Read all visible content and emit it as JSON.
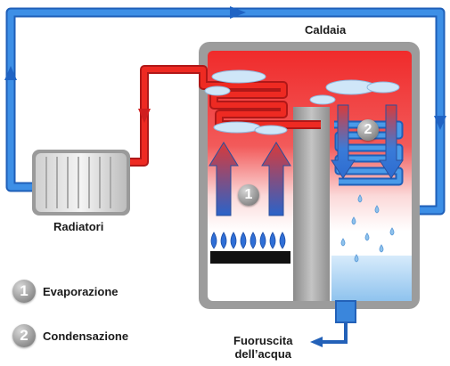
{
  "labels": {
    "boiler": "Caldaia",
    "radiators": "Radiatori",
    "water_outlet_line1": "Fuoruscita",
    "water_outlet_line2": "dell’acqua"
  },
  "steps": [
    {
      "number": "1",
      "label": "Evaporazione"
    },
    {
      "number": "2",
      "label": "Condensazione"
    }
  ],
  "colors": {
    "hot_pipe": "#e8251f",
    "cold_pipe": "#2d7fd8",
    "boiler_frame": "#9a9a9a",
    "flame": "#2f6fd6"
  }
}
